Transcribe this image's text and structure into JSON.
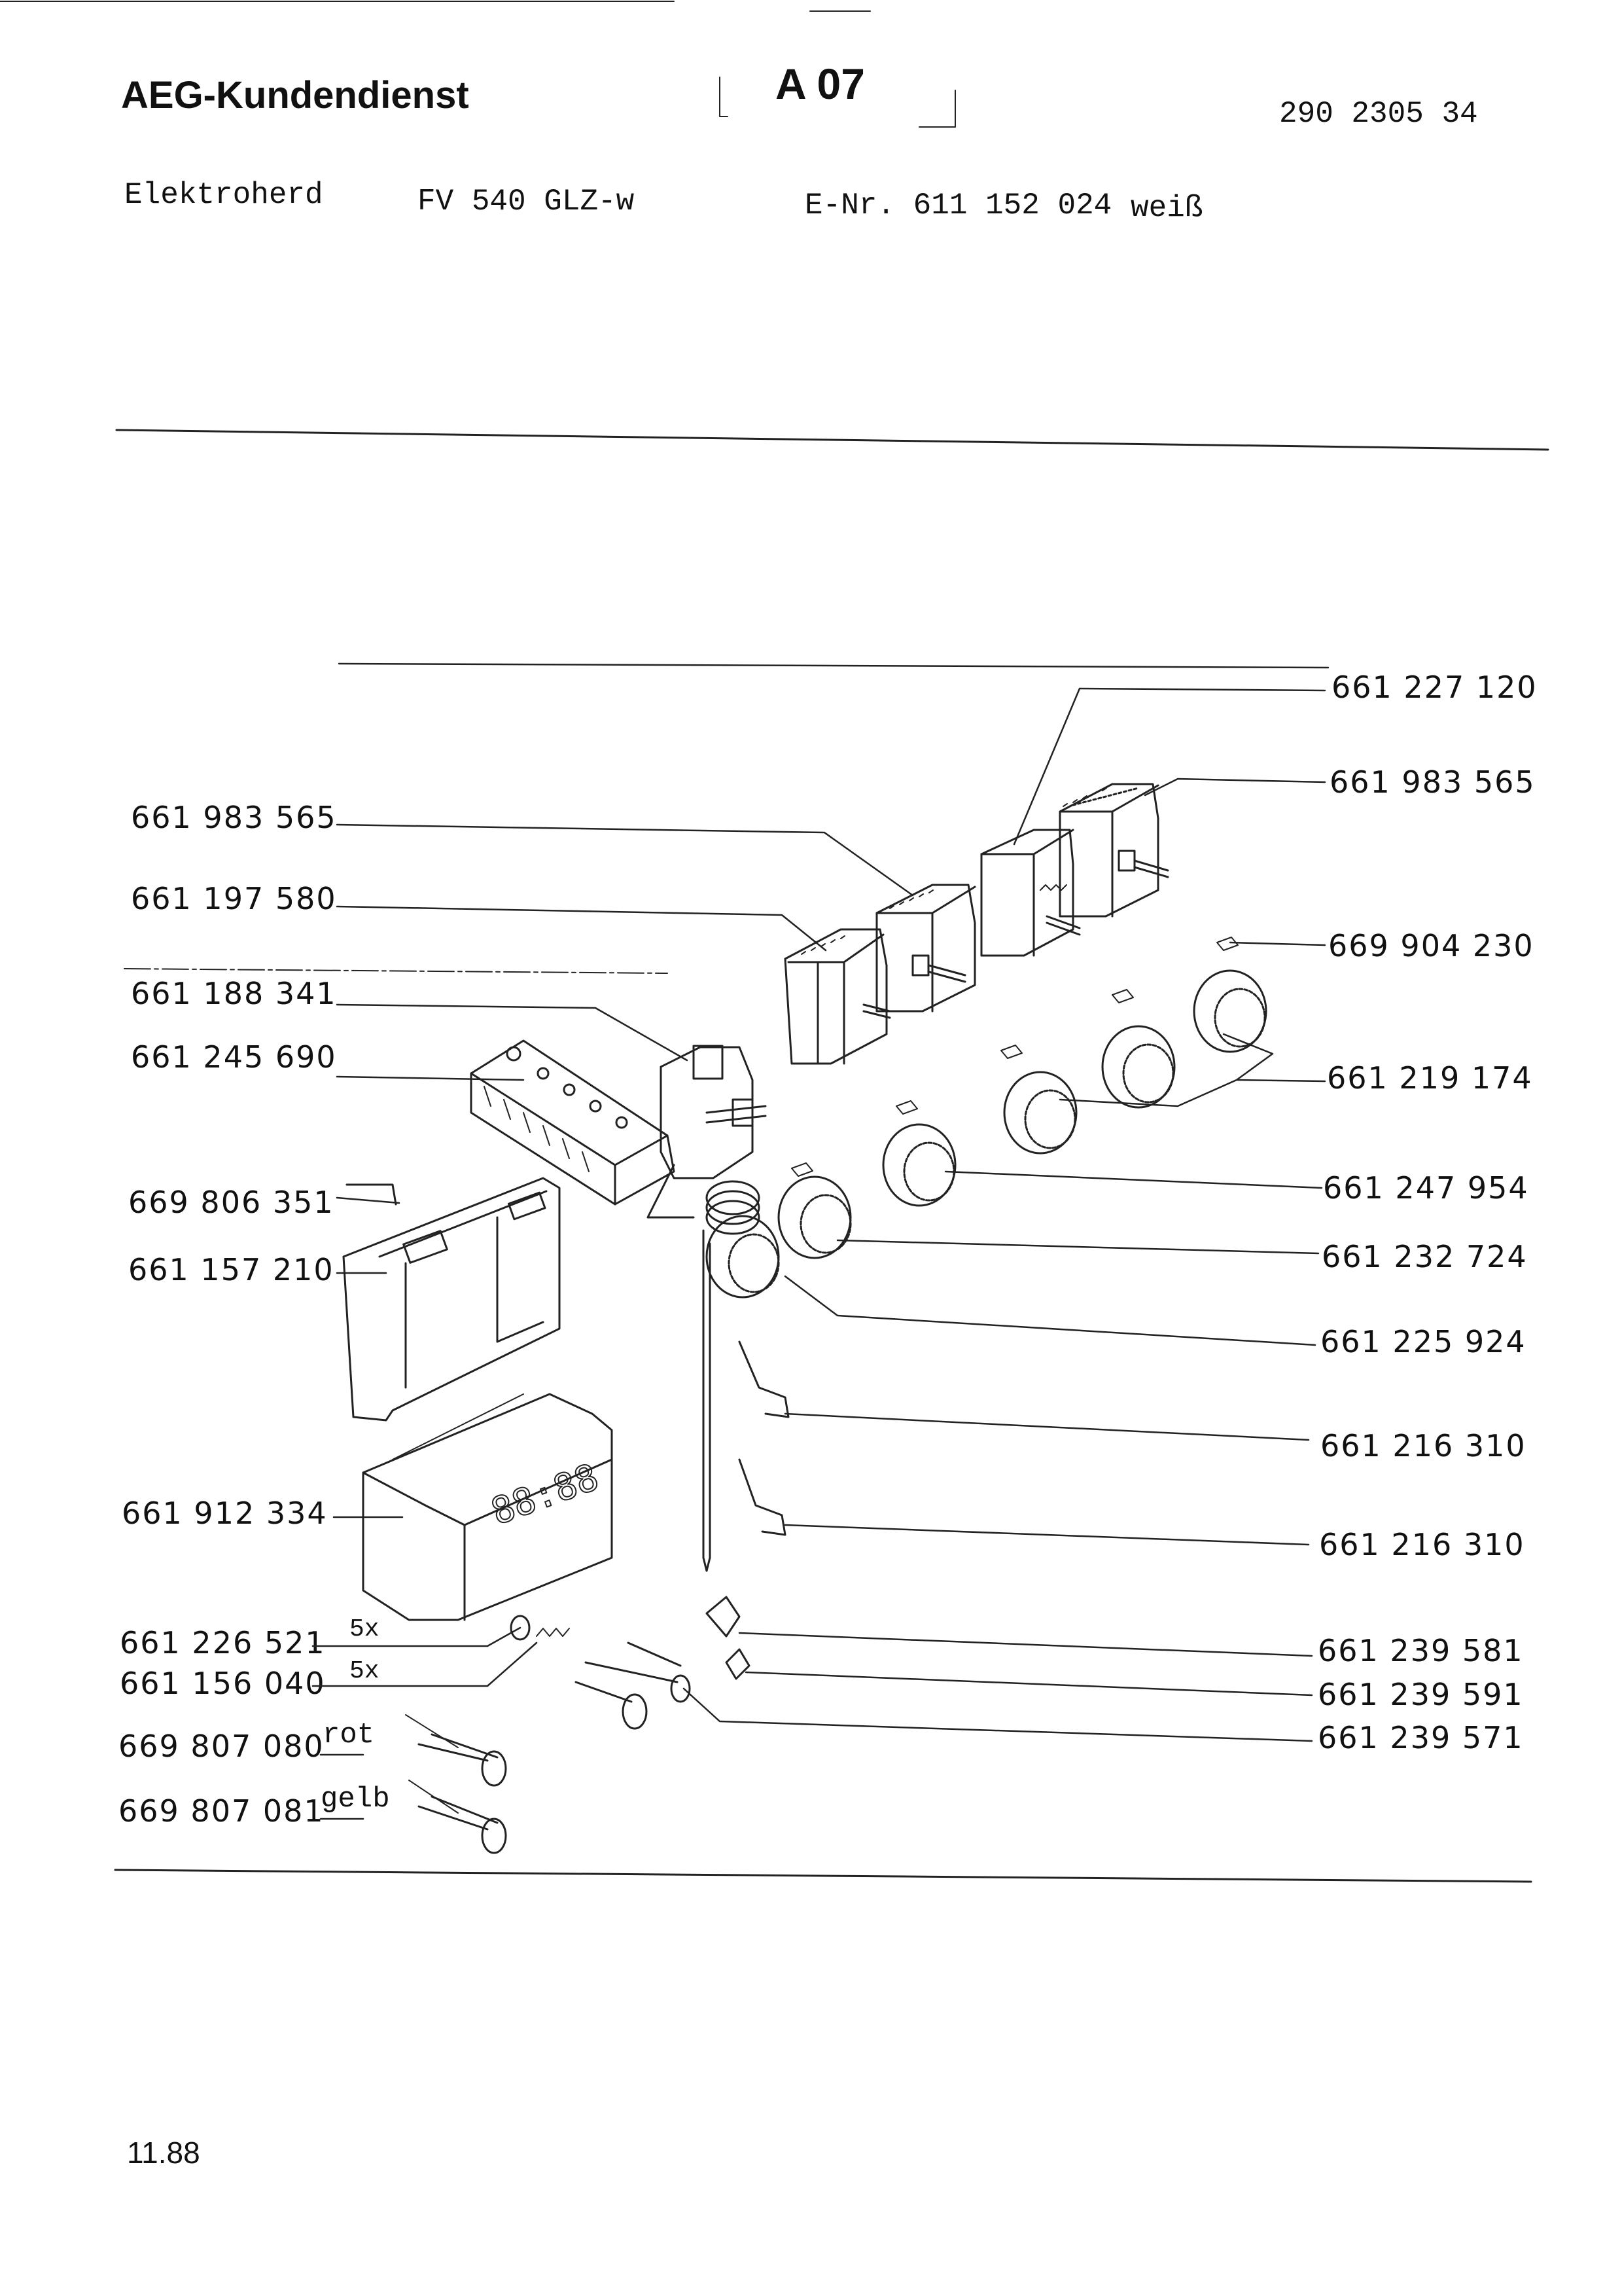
{
  "header": {
    "company": "AEG-Kundendienst",
    "page_code": "A 07",
    "doc_number": "290 2305 34"
  },
  "appliance": {
    "type": "Elektroherd",
    "model": "FV 540 GLZ-w",
    "enr": "E-Nr. 611 152 024",
    "color": "weiß"
  },
  "parts_left": [
    "661 983 565",
    "661 197 580",
    "661 188 341",
    "661 245 690",
    "669 806 351",
    "661 157 210",
    "661 912 334",
    "661 226 521",
    "661 156 040",
    "669 807 080",
    "669 807 081"
  ],
  "qty_notes": [
    "5x",
    "5x"
  ],
  "wire_colors": [
    "rot",
    "gelb"
  ],
  "parts_right": [
    "661 227 120",
    "661 983 565",
    "669 904 230",
    "661 219 174",
    "661 247 954",
    "661 232 724",
    "661 225 924",
    "661 216 310",
    "661 216 310",
    "661 239 581",
    "661 239 591",
    "661 239 571"
  ],
  "display_digits": "88:88",
  "footer": {
    "date": "11.88"
  }
}
